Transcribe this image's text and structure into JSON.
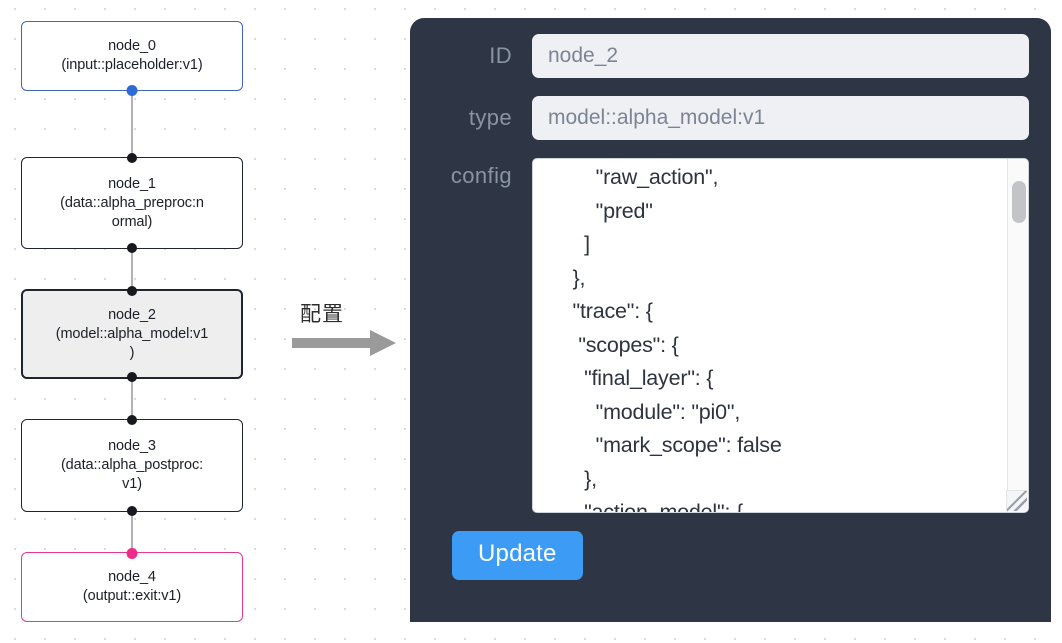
{
  "graph": {
    "nodes": [
      {
        "id": "node_0",
        "label": "node_0\n(input::placeholder:v1)",
        "role": "input",
        "selected": false
      },
      {
        "id": "node_1",
        "label": "node_1\n(data::alpha_preproc:n\normal)",
        "role": "default",
        "selected": false
      },
      {
        "id": "node_2",
        "label": "node_2\n(model::alpha_model:v1\n)",
        "role": "default",
        "selected": true
      },
      {
        "id": "node_3",
        "label": "node_3\n(data::alpha_postproc:\nv1)",
        "role": "default",
        "selected": false
      },
      {
        "id": "node_4",
        "label": "node_4\n(output::exit:v1)",
        "role": "output",
        "selected": false
      }
    ],
    "colors": {
      "input_border": "#3f63bf",
      "output_border": "#e9368f",
      "default_border": "#1f2430",
      "selected_fill": "#eeeeee",
      "handle": "#17191f",
      "input_handle": "#2f6bd8",
      "output_handle": "#ef2a87",
      "edge": "#b1b1b7"
    }
  },
  "annotation": {
    "label": "配置",
    "arrow_color": "#9a9a9a"
  },
  "inspector": {
    "panel_color": "#2e3646",
    "fields": {
      "id": {
        "label": "ID",
        "value": "node_2"
      },
      "type": {
        "label": "type",
        "value": "model::alpha_model:v1"
      },
      "config": {
        "label": "config",
        "value": "      \"raw_action\",\n      \"pred\"\n    ]\n  },\n  \"trace\": {\n   \"scopes\": {\n    \"final_layer\": {\n      \"module\": \"pi0\",\n      \"mark_scope\": false\n    },\n    \"action_model\": {"
      }
    },
    "update_button": {
      "label": "Update",
      "color": "#3c9bf5"
    }
  }
}
